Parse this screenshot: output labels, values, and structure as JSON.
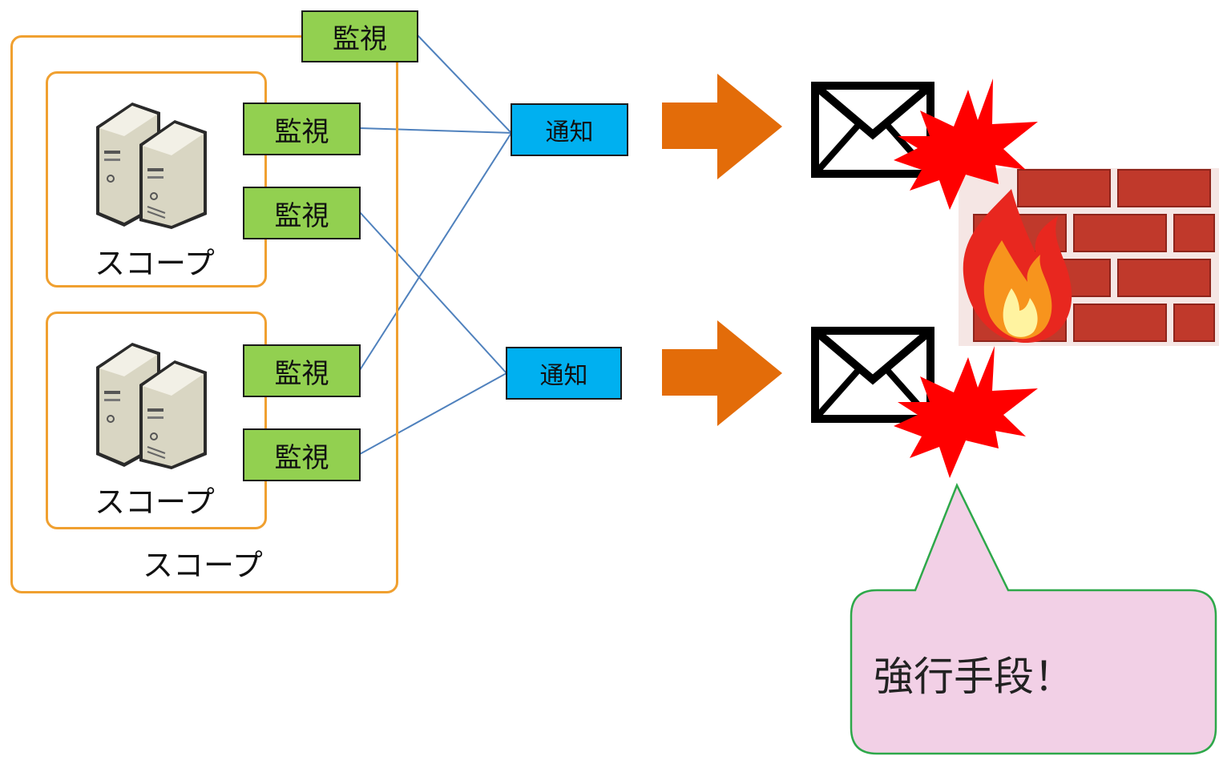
{
  "diagram": {
    "scope_label": "スコープ",
    "monitor_label": "監視",
    "notify_label": "通知",
    "callout_text": "強行手段！"
  },
  "colors": {
    "scope_border": "#f0a030",
    "monitor_fill": "#92d050",
    "notify_fill": "#00b0f0",
    "arrow": "#e36c09",
    "connector": "#4f81bd",
    "burst": "#ff0000",
    "callout_fill": "#f2d0e6",
    "callout_border": "#2ea84a",
    "brick": "#c0392b"
  },
  "icons": [
    "server-icon",
    "mail-icon",
    "burst-icon",
    "firewall-icon",
    "fire-icon",
    "arrow-right-icon"
  ]
}
